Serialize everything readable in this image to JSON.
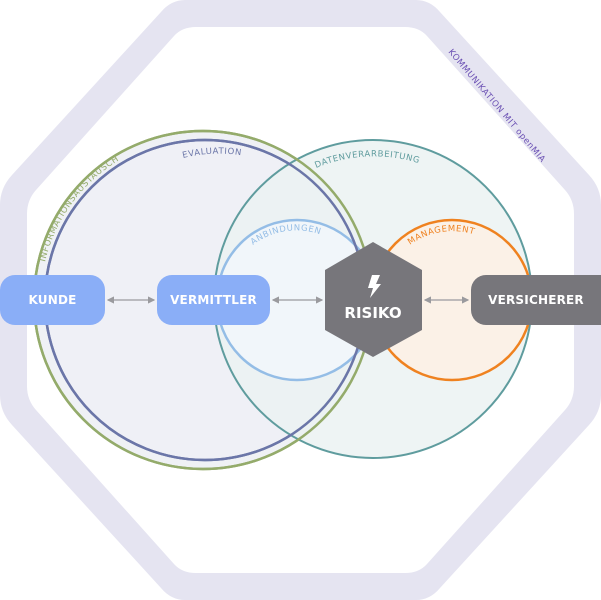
{
  "diagram": {
    "frame_label": "KOMMUNIKATION MIT openMIA",
    "circles": [
      {
        "id": "informationsaustausch",
        "label": "INFORMATIONSAUSTAUSCH",
        "stroke": "#94ab6b",
        "fill": "#eff1f5"
      },
      {
        "id": "evaluation",
        "label": "EVALUATION",
        "stroke": "#6b76a8",
        "fill": "#eff0f6"
      },
      {
        "id": "datenverarbeitung",
        "label": "DATENVERARBEITUNG",
        "stroke": "#5f9c9e",
        "fill": "#ebf2f2"
      },
      {
        "id": "anbindungen",
        "label": "ANBINDUNGEN",
        "stroke": "#94bde6",
        "fill": "#f2f6fb"
      },
      {
        "id": "management",
        "label": "MANAGEMENT",
        "stroke": "#ef8220",
        "fill": "#fbf1e7"
      }
    ],
    "nodes": {
      "kunde": {
        "label": "KUNDE",
        "color": "#8aaef7"
      },
      "vermittler": {
        "label": "VERMITTLER",
        "color": "#8aaef7"
      },
      "risiko": {
        "label": "RISIKO",
        "icon": "lightning-bolt-icon",
        "color": "#77767b"
      },
      "versicherer": {
        "label": "VERSICHERER",
        "color": "#77767b"
      }
    },
    "connections": [
      {
        "from": "KUNDE",
        "to": "VERMITTLER",
        "type": "bidirectional"
      },
      {
        "from": "VERMITTLER",
        "to": "RISIKO",
        "type": "bidirectional"
      },
      {
        "from": "RISIKO",
        "to": "VERSICHERER",
        "type": "bidirectional"
      }
    ],
    "colors": {
      "frame": "#e5e4f1",
      "frame_text": "#6a4fb3",
      "arrow": "#9a9a9e"
    }
  }
}
